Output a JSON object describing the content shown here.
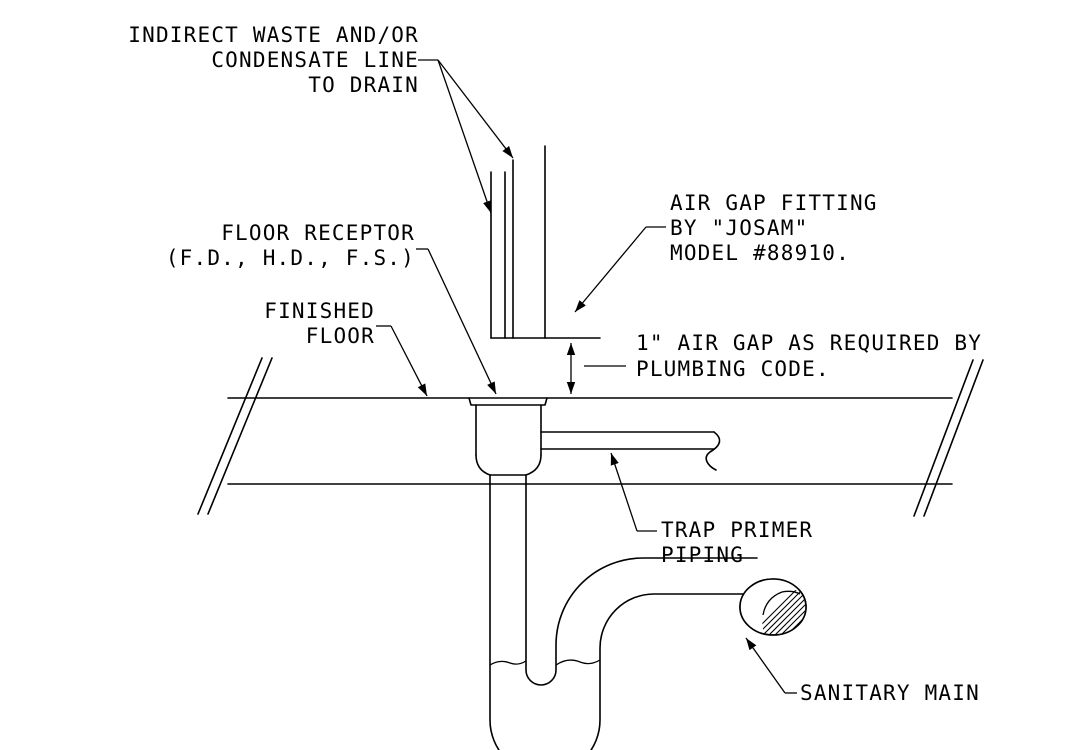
{
  "labels": {
    "indirect_waste": [
      "INDIRECT WASTE AND/OR",
      "CONDENSATE LINE",
      "TO DRAIN"
    ],
    "air_gap_fitting": [
      "AIR GAP FITTING",
      "BY \"JOSAM\"",
      "MODEL #88910."
    ],
    "floor_receptor": [
      "FLOOR RECEPTOR",
      "(F.D., H.D., F.S.)"
    ],
    "finished_floor": [
      "FINISHED",
      "FLOOR"
    ],
    "air_gap_note": [
      "1\" AIR GAP AS REQUIRED BY",
      "PLUMBING CODE."
    ],
    "trap_primer": [
      "TRAP PRIMER",
      "PIPING"
    ],
    "sanitary_main": "SANITARY MAIN"
  }
}
